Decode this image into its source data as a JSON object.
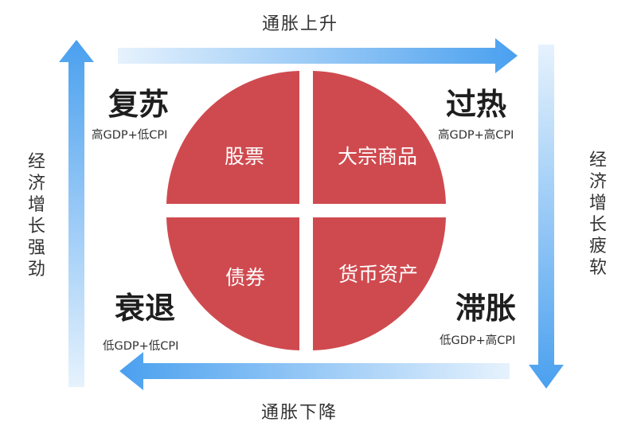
{
  "edges": {
    "top": "通胀上升",
    "bottom": "通胀下降",
    "left": "经济增长强劲",
    "right": "经济增长疲软"
  },
  "phases": {
    "recovery": {
      "name": "复苏",
      "condition": "高GDP+低CPI",
      "asset": "股票"
    },
    "overheat": {
      "name": "过热",
      "condition": "高GDP+高CPI",
      "asset": "大宗商品"
    },
    "recession": {
      "name": "衰退",
      "condition": "低GDP+低CPI",
      "asset": "债券"
    },
    "stagflation": {
      "name": "滞胀",
      "condition": "低GDP+高CPI",
      "asset": "货币资产"
    }
  },
  "colors": {
    "circle": "#cf4a4f",
    "arrow_dark": "#4da3f0",
    "arrow_light": "#e3f1fd"
  }
}
